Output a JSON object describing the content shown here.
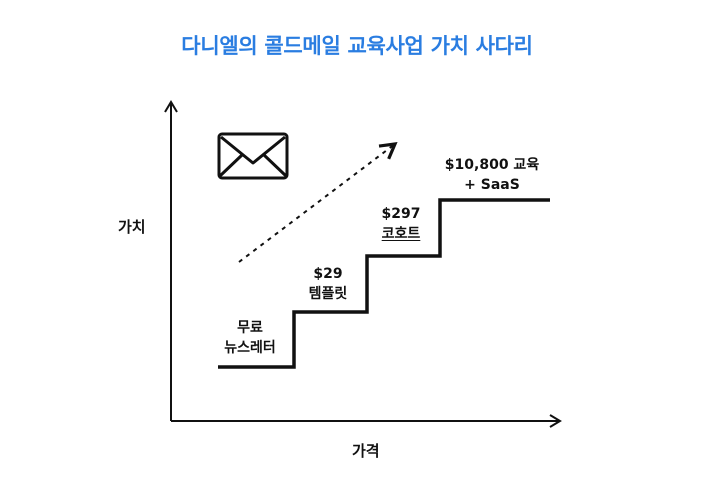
{
  "title": "다니엘의 콜드메일 교육사업 가치 사다리",
  "axes": {
    "y_label": "가치",
    "x_label": "가격"
  },
  "steps": [
    {
      "line1": "무료",
      "line2": "뉴스레터"
    },
    {
      "line1": "$29",
      "line2": "템플릿"
    },
    {
      "line1": "$297",
      "line2": "코호트"
    },
    {
      "line1": "$10,800 교육",
      "line2": "+ SaaS"
    }
  ],
  "icon": "envelope-icon",
  "colors": {
    "title": "#2a7de1",
    "ink": "#111111"
  }
}
